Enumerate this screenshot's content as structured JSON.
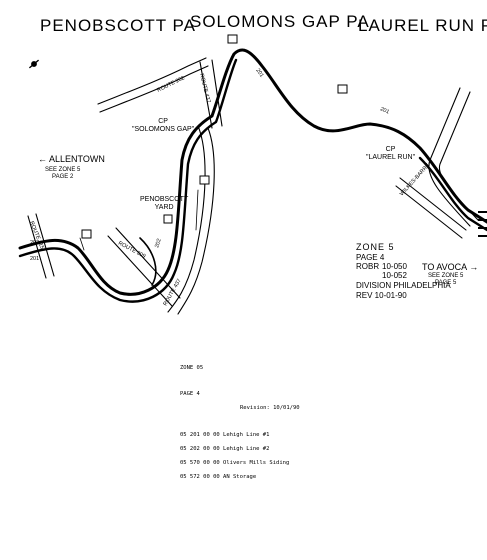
{
  "headers": {
    "left": "PENOBSCOTT PA",
    "center": "SOLOMONS GAP PA",
    "right": "LAUREL RUN PA"
  },
  "compass_symbol": "compass-rose-icon",
  "map_labels": {
    "cp_solomons_gap_1": "CP",
    "cp_solomons_gap_2": "\"SOLOMONS GAP\"",
    "cp_laurel_run_1": "CP",
    "cp_laurel_run_2": "\"LAUREL RUN\"",
    "penobscott_yard_1": "PENOBSCOTT",
    "penobscott_yard_2": "YARD",
    "route_a": "ROUTE 202",
    "route_b": "ROUTE 437",
    "route_c": "ROUTE 437",
    "route_d": "ROUTE 309",
    "route_e": "WILKES-BARRE",
    "route_f": "ROUTE 115",
    "track_201": "201",
    "track_202": "202"
  },
  "allentown": {
    "title": "ALLENTOWN",
    "line1": "SEE ZONE 5",
    "line2": "PAGE 2"
  },
  "avoca": {
    "title": "TO AVOCA",
    "line1": "SEE ZONE 5",
    "line2": "PAGE 5"
  },
  "zone_box": {
    "zone": "ZONE 5",
    "page": "PAGE 4",
    "robr_label": "ROBR",
    "robr_1": "10-050",
    "robr_2": "10-052",
    "division": "DIVISION PHILADELPHIA",
    "rev": "REV 10-01-90"
  },
  "document": {
    "zone": "ZONE 05",
    "page": "PAGE 4",
    "revision": "Revision: 10/01/90",
    "entries": [
      "05 201 00 00 Lehigh Line #1",
      "05 202 00 00 Lehigh Line #2",
      "05 570 00 00 Olivers Mills Siding",
      "05 572 00 00 AN Storage"
    ]
  }
}
